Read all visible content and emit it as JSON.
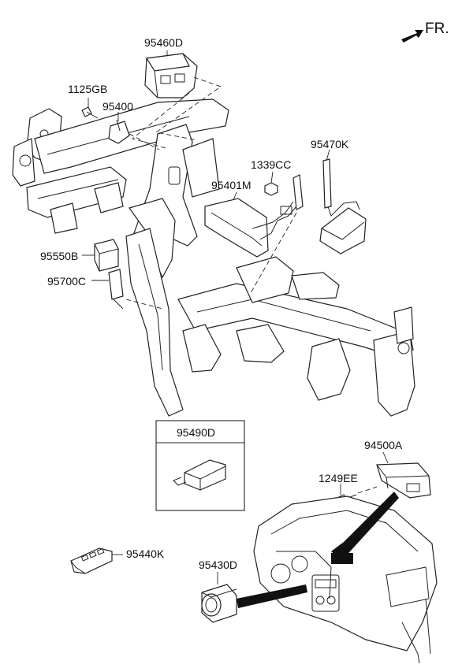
{
  "orientation": {
    "text": "FR."
  },
  "part_numbers": {
    "p95460D": "95460D",
    "p1125GB": "1125GB",
    "p95400": "95400",
    "p1339CC": "1339CC",
    "p95470K": "95470K",
    "p95401M": "95401M",
    "p95550B": "95550B",
    "p95700C": "95700C",
    "p95490D": "95490D",
    "p94500A": "94500A",
    "p1249EE": "1249EE",
    "p95440K": "95440K",
    "p95430D": "95430D"
  }
}
